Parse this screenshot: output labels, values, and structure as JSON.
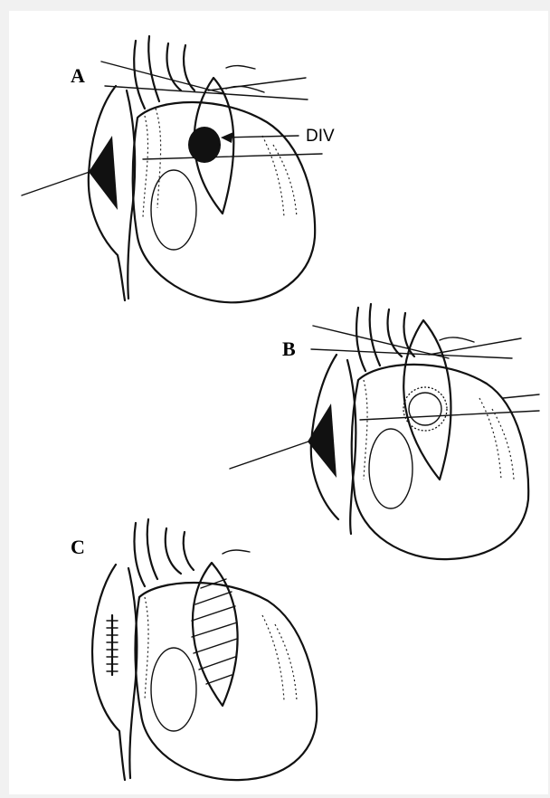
{
  "figure": {
    "panels": [
      {
        "id": "panel-a",
        "label": "A",
        "annotation": "DIV"
      },
      {
        "id": "panel-b",
        "label": "B"
      },
      {
        "id": "panel-c",
        "label": "C"
      }
    ]
  }
}
